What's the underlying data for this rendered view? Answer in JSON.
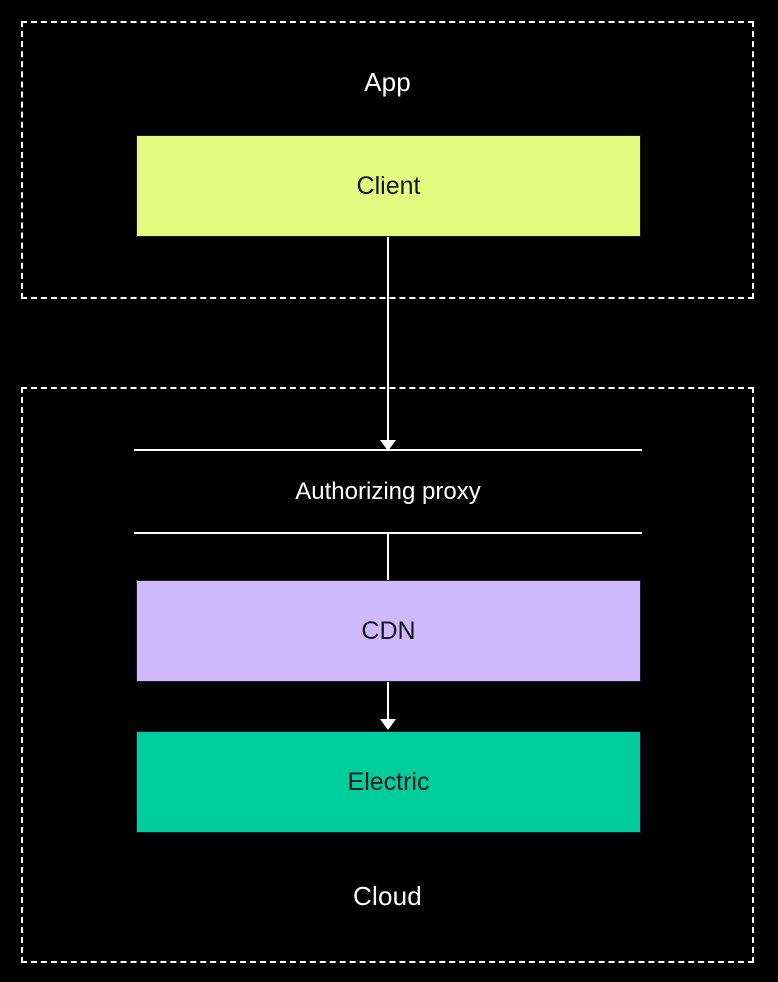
{
  "diagram": {
    "type": "flowchart",
    "direction": "top-to-bottom",
    "background_color": "#000000",
    "groups": [
      {
        "id": "app",
        "label": "App",
        "label_color": "#ffffff",
        "border_style": "dashed",
        "border_color": "#ffffff"
      },
      {
        "id": "cloud",
        "label": "Cloud",
        "label_color": "#ffffff",
        "border_style": "dashed",
        "border_color": "#ffffff"
      }
    ],
    "nodes": [
      {
        "id": "client",
        "label": "Client",
        "group": "app",
        "shape": "rectangle",
        "fill_color": "#e3fc7f",
        "text_color": "#11151c"
      },
      {
        "id": "authorizing-proxy",
        "label": "Authorizing proxy",
        "group": "cloud",
        "shape": "open-band",
        "fill_color": "#000000",
        "text_color": "#ffffff",
        "rule_color": "#ffffff"
      },
      {
        "id": "cdn",
        "label": "CDN",
        "group": "cloud",
        "shape": "rectangle",
        "fill_color": "#cfb9fc",
        "text_color": "#11151c"
      },
      {
        "id": "electric",
        "label": "Electric",
        "group": "cloud",
        "shape": "rectangle",
        "fill_color": "#00cd9c",
        "text_color": "#11151c"
      }
    ],
    "edges": [
      {
        "id": "client-to-proxy",
        "from": "client",
        "to": "authorizing-proxy",
        "arrow": true,
        "color": "#ffffff"
      },
      {
        "id": "proxy-to-cdn",
        "from": "authorizing-proxy",
        "to": "cdn",
        "arrow": false,
        "color": "#ffffff"
      },
      {
        "id": "cdn-to-electric",
        "from": "cdn",
        "to": "electric",
        "arrow": true,
        "color": "#ffffff"
      }
    ]
  }
}
